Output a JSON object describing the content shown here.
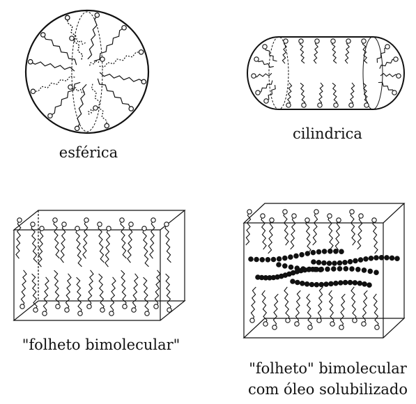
{
  "figure": {
    "panels": [
      {
        "id": "sphere",
        "caption": "esférica"
      },
      {
        "id": "cylinder",
        "caption": "cilindrica"
      },
      {
        "id": "bilayer",
        "caption": "\"folheto bimolecular\""
      },
      {
        "id": "bilayer-oil",
        "caption_lines": [
          "\"folheto\" bimolecular",
          "com óleo solubilizado"
        ]
      }
    ]
  }
}
